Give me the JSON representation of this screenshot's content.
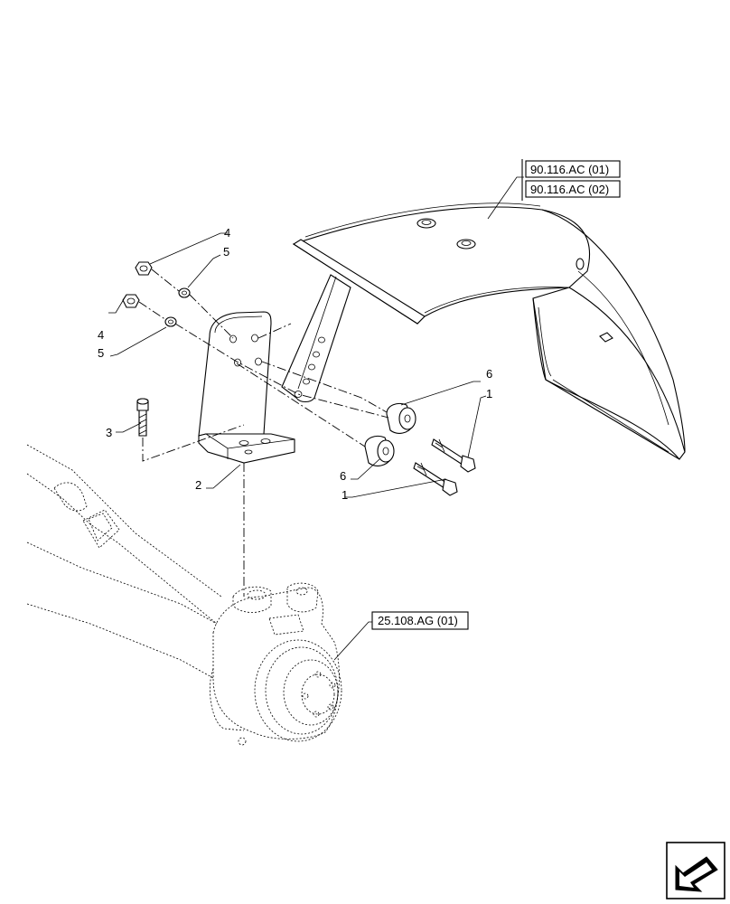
{
  "references": {
    "fender_ref_1": "90.116.AC (01)",
    "fender_ref_2": "90.116.AC (02)",
    "axle_ref": "25.108.AG (01)"
  },
  "callouts": {
    "nut_upper": "4",
    "washer_upper": "5",
    "nut_lower": "4",
    "washer_lower": "5",
    "bolt_small": "3",
    "bracket": "2",
    "spacer_upper": "6",
    "bolt_upper": "1",
    "spacer_lower": "6",
    "bolt_lower": "1"
  },
  "icons": {
    "navigation": "next-arrow-icon"
  }
}
